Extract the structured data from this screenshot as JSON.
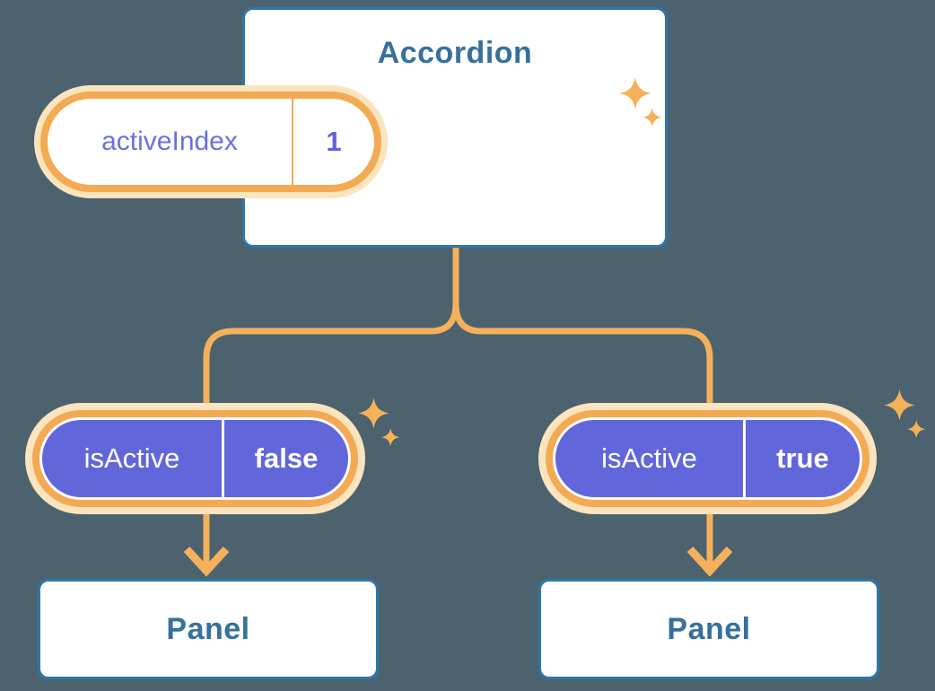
{
  "diagram": {
    "root": {
      "title": "Accordion",
      "state_pill": {
        "label": "activeIndex",
        "value": "1"
      }
    },
    "branches": [
      {
        "prop_pill": {
          "label": "isActive",
          "value": "false"
        },
        "panel_title": "Panel"
      },
      {
        "prop_pill": {
          "label": "isActive",
          "value": "true"
        },
        "panel_title": "Panel"
      }
    ],
    "icons": {
      "sparkle": "sparkle-icon",
      "arrow": "arrow-down-icon"
    }
  },
  "colors": {
    "background": "#4C636F",
    "card_border": "#2E76AB",
    "heading_text": "#36719C",
    "accent_orange": "#F5B159",
    "accent_orange_deep": "#F3AA52",
    "halo_peach": "#FCE4BE",
    "pill_purple": "#6266DB",
    "pill_purple_text": "#6B70E2",
    "pill_value_text": "#5F64D9",
    "white": "#FFFFFF"
  }
}
